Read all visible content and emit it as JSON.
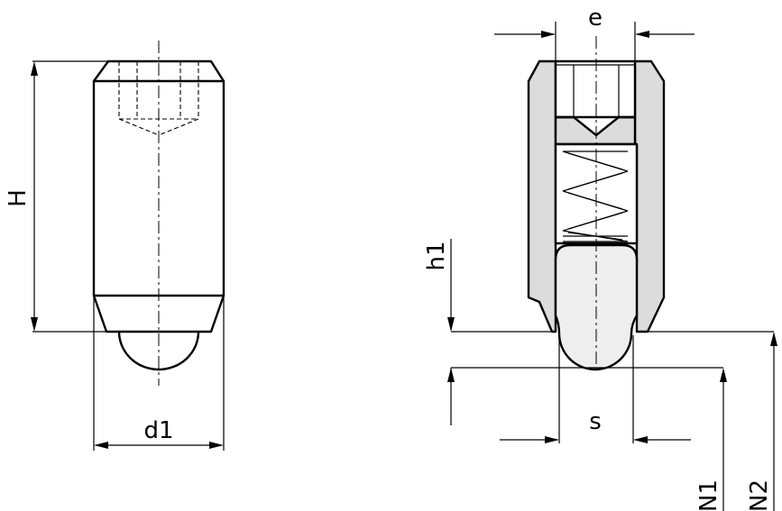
{
  "labels": {
    "e": "e",
    "H": "H",
    "h1": "h1",
    "d1": "d1",
    "s": "s",
    "N1": "N1",
    "N2": "N2"
  },
  "colors": {
    "line": "#000000",
    "body_fill": "#dcdcdc",
    "plunger_fill": "#eeeeee",
    "background": "#ffffff"
  }
}
